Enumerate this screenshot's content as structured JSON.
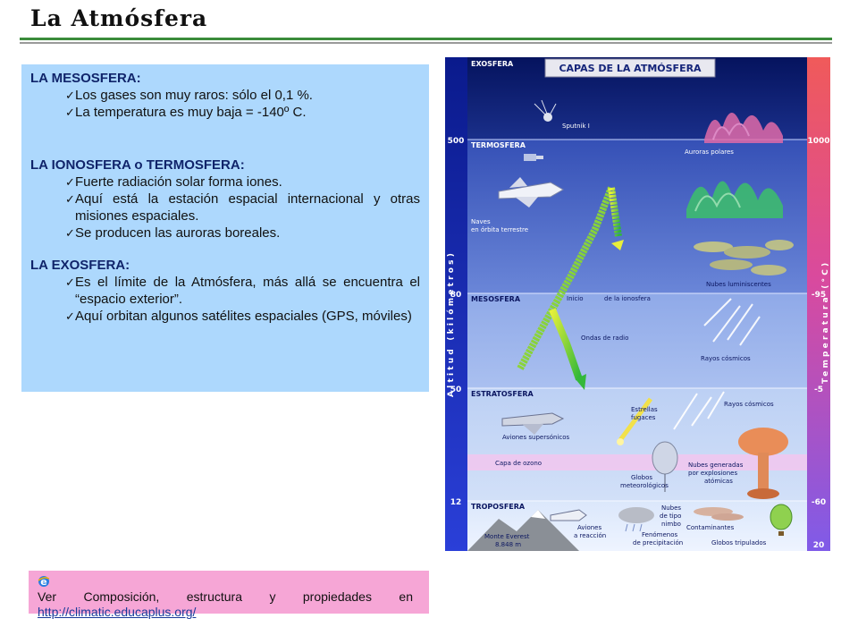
{
  "title": "La Atmósfera",
  "infobox": {
    "mesosfera_head": "LA MESOSFERA:",
    "mesosfera_items": [
      "Los gases son muy raros: sólo el 0,1 %.",
      "La temperatura es muy baja = -140º C."
    ],
    "ionosfera_head": "LA IONOSFERA o TERMOSFERA:",
    "ionosfera_items": [
      "Fuerte radiación solar forma iones.",
      "Aquí está la estación espacial internacional y otras misiones espaciales.",
      "Se producen las auroras boreales."
    ],
    "exosfera_head": "LA EXOSFERA:",
    "exosfera_items": [
      "Es el límite de la Atmósfera, más allá se encuentra el “espacio exterior”.",
      "Aquí orbitan algunos satélites espaciales (GPS, móviles)"
    ]
  },
  "link_box": {
    "text": "Ver Composición, estructura y propiedades en",
    "url": "http://climatic.educaplus.org/"
  },
  "diagram": {
    "header": "CAPAS DE LA ATMÓSFERA",
    "left_axis_label": "Altitud (kilómetros)",
    "right_axis_label": "Temperatura (°C)",
    "altitudes": [
      "500",
      "80",
      "50",
      "12"
    ],
    "temperatures": [
      "1000",
      "-95",
      "-5",
      "-60",
      "20"
    ],
    "layers": [
      "EXOSFERA",
      "TERMOSFERA",
      "MESOSFERA",
      "ESTRATOSFERA",
      "TROPOSFERA"
    ],
    "labels": {
      "sputnik": "Sputnik I",
      "auroras": "Auroras polares",
      "naves_1": "Naves",
      "naves_2": "en órbita terrestre",
      "nubes_lum": "Nubes luminiscentes",
      "inicio_1": "Inicio",
      "inicio_2": "de la ionosfera",
      "ondas": "Ondas de radio",
      "rayos_meso": "Rayos cósmicos",
      "rayos_estrato": "Rayos cósmicos",
      "aviones_super": "Aviones supersónicos",
      "estrellas_1": "Estrellas",
      "estrellas_2": "fugaces",
      "capa_ozono": "Capa de ozono",
      "globos_1": "Globos",
      "globos_2": "meteorológicos",
      "nubes_gen_1": "Nubes generadas",
      "nubes_gen_2": "por explosiones",
      "nubes_gen_3": "atómicas",
      "everest_1": "Monte Everest",
      "everest_2": "8.848 m",
      "aviones_1": "Aviones",
      "aviones_2": "a reacción",
      "nimbo_1": "Nubes",
      "nimbo_2": "de tipo",
      "nimbo_3": "nimbo",
      "fenomenos_1": "Fenómenos",
      "fenomenos_2": "de precipitación",
      "contaminantes": "Contaminantes",
      "globos_trip": "Globos tripulados"
    }
  }
}
